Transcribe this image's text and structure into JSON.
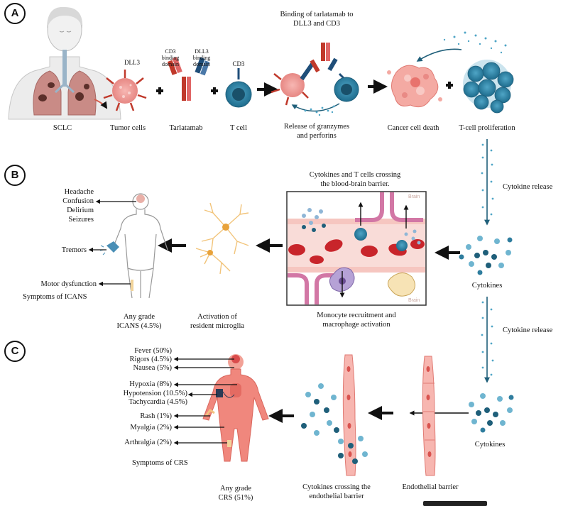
{
  "panels": {
    "a": "A",
    "b": "B",
    "c": "C"
  },
  "panel_a": {
    "sclc": "SCLC",
    "dll3": "DLL3",
    "tumor_cells": "Tumor cells",
    "cd3_binding_domain": "CD3\nbinding\ndomain",
    "dll3_binding_domain": "DLL3\nbinding\ndomain",
    "tarlatamab": "Tarlatamab",
    "cd3": "CD3",
    "t_cell": "T cell",
    "binding_title": "Binding of tarlatamab to\nDLL3 and CD3",
    "release": "Release of granzymes\nand perforins",
    "cancer_cell_death": "Cancer cell death",
    "t_cell_proliferation": "T-cell proliferation"
  },
  "panel_b": {
    "cytokine_release": "Cytokine release",
    "cytokines": "Cytokines",
    "bbb_title": "Cytokines and T cells crossing\nthe blood-brain barrier.",
    "brain_tag": "Brain",
    "monocyte": "Monocyte recruitment and\nmacrophage activation",
    "microglia": "Activation of\nresident microglia",
    "icans_grade": "Any grade\nICANS (4.5%)",
    "symptoms_title": "Symptoms of ICANS",
    "symptom_head": "Headache\nConfusion\nDelirium\nSeizures",
    "symptom_tremors": "Tremors",
    "symptom_motor": "Motor dysfunction"
  },
  "panel_c": {
    "cytokine_release": "Cytokine release",
    "cytokines": "Cytokines",
    "endothelial_barrier": "Endothelial barrier",
    "crossing": "Cytokines crossing the\nendothelial barrier",
    "crs_grade": "Any grade\nCRS (51%)",
    "symptoms_title": "Symptoms of CRS",
    "symptoms": [
      "Fever (50%)",
      "Rigors (4.5%)",
      "Nausea (5%)",
      "Hypoxia (8%)",
      "Hypotension (10.5%)",
      "Tachycardia (4.5%)",
      "Rash (1%)",
      "Myalgia (2%)",
      "Arthralgia (2%)"
    ]
  },
  "colors": {
    "tcell": "#2f7d9e",
    "tumor": "#e98a8a",
    "antibody_red": "#c0392b",
    "antibody_blue": "#1f4e79",
    "vessel": "#f3c9c4",
    "rbc": "#c8252b",
    "body_crs": "#ef8a80"
  }
}
